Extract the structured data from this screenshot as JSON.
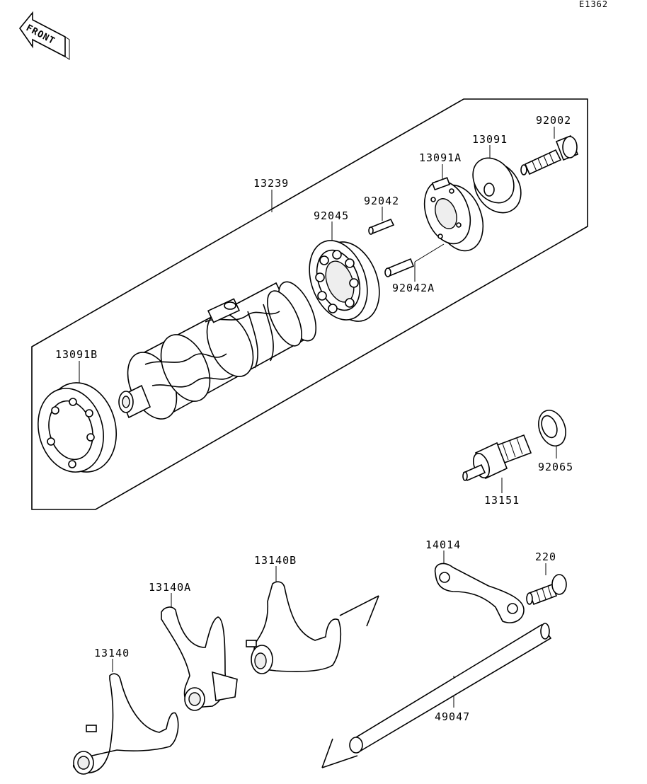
{
  "diagram_id": "E1362",
  "front_label": "FRONT",
  "parts": [
    {
      "id": "p-13239",
      "number": "13239"
    },
    {
      "id": "p-92002",
      "number": "92002"
    },
    {
      "id": "p-13091",
      "number": "13091"
    },
    {
      "id": "p-13091A",
      "number": "13091A"
    },
    {
      "id": "p-92042",
      "number": "92042"
    },
    {
      "id": "p-92045",
      "number": "92045"
    },
    {
      "id": "p-92042A",
      "number": "92042A"
    },
    {
      "id": "p-13091B",
      "number": "13091B"
    },
    {
      "id": "p-92065",
      "number": "92065"
    },
    {
      "id": "p-13151",
      "number": "13151"
    },
    {
      "id": "p-14014",
      "number": "14014"
    },
    {
      "id": "p-220",
      "number": "220"
    },
    {
      "id": "p-13140B",
      "number": "13140B"
    },
    {
      "id": "p-13140A",
      "number": "13140A"
    },
    {
      "id": "p-13140",
      "number": "13140"
    },
    {
      "id": "p-49047",
      "number": "49047"
    }
  ]
}
